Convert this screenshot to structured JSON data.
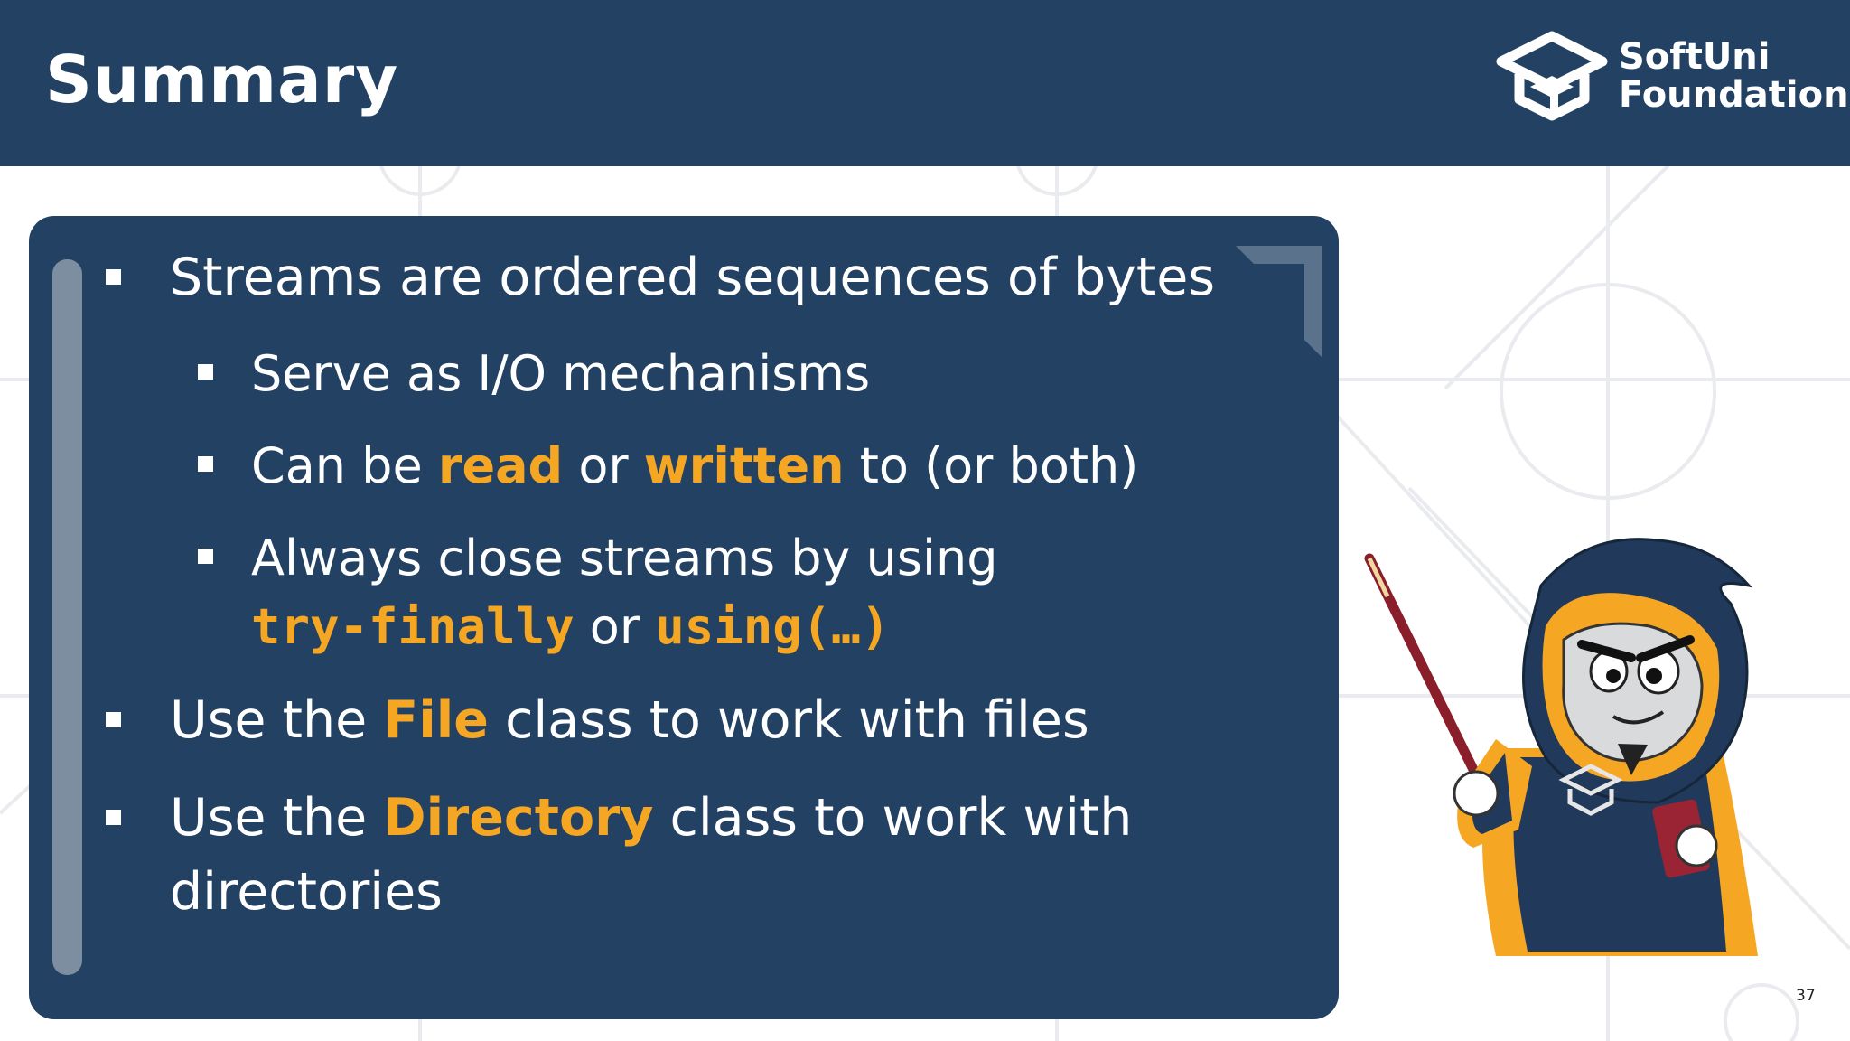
{
  "slide": {
    "title": "Summary",
    "page_number": "37"
  },
  "logo": {
    "line1": "SoftUni",
    "line2": "Foundation"
  },
  "bullets": {
    "b1": {
      "text": "Streams are ordered sequences of bytes"
    },
    "b1a": {
      "text": "Serve as I/O mechanisms"
    },
    "b1b": {
      "pre": "Can be ",
      "hl1": "read",
      "mid": " or ",
      "hl2": "written",
      "post": " to (or both)"
    },
    "b1c": {
      "line1": "Always close streams by using",
      "code1": "try-finally",
      "mid": " or ",
      "code2": "using(…)"
    },
    "b2": {
      "pre": "Use the ",
      "hl": "File",
      "post": " class to work with files"
    },
    "b3": {
      "pre": "Use the ",
      "hl": "Directory",
      "post": " class to work with",
      "line2": "directories"
    }
  },
  "colors": {
    "header_bg": "#234163",
    "panel_bg": "#234163",
    "accent": "#f5a623",
    "scrollbar": "#7d8ea1"
  },
  "icons": {
    "logo_mark": "graduation-cap-cube-icon",
    "mascot": "wizard-mascot-with-pointer"
  }
}
